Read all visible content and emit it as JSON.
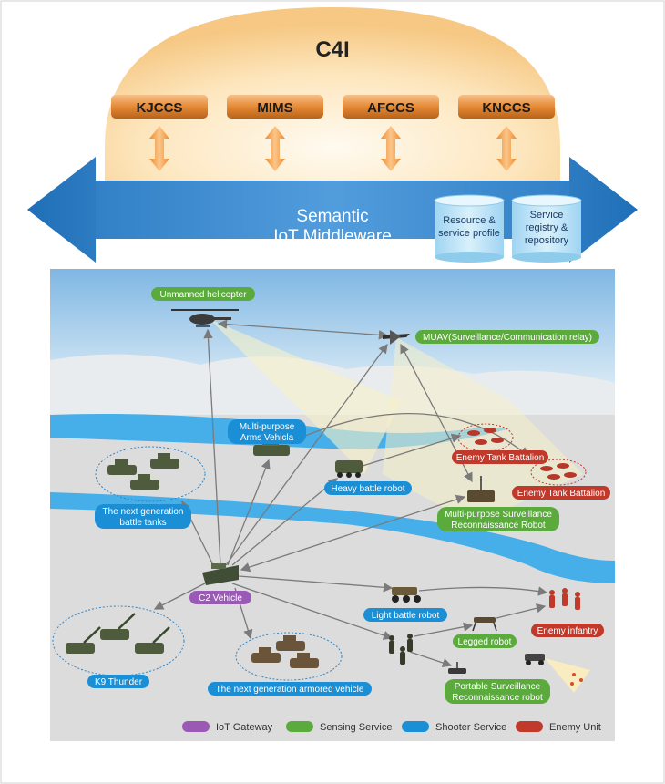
{
  "c4i": {
    "title": "C4I",
    "systems": [
      "KJCCS",
      "MIMS",
      "AFCCS",
      "KNCCS"
    ]
  },
  "middleware": {
    "title_line1": "Semantic",
    "title_line2": "IoT Middleware",
    "db1_line1": "Resource &",
    "db1_line2": "service profile",
    "db2_line1": "Service",
    "db2_line2": "registry &",
    "db2_line3": "repository"
  },
  "nodes": {
    "helicopter": "Unmanned helicopter",
    "muav": "MUAV(Surveillance/Communication relay)",
    "multi_arms_1": "Multi-purpose",
    "multi_arms_2": "Arms Vehicla",
    "next_tanks_1": "The next generation",
    "next_tanks_2": "battle tanks",
    "heavy_robot": "Heavy battle robot",
    "enemy_tank_1": "Enemy Tank Battalion",
    "enemy_tank_2": "Enemy Tank Battalion",
    "msr_1": "Multi-purpose Surveillance",
    "msr_2": "Reconnaissance Robot",
    "c2": "C2 Vehicle",
    "light_robot": "Light battle robot",
    "enemy_infantry": "Enemy infantry",
    "legged_robot": "Legged robot",
    "k9": "K9 Thunder",
    "next_armored": "The next generation armored vehicle",
    "portable_1": "Portable Surveillance",
    "portable_2": "Reconnaissance robot"
  },
  "legend": [
    {
      "label": "IoT Gateway",
      "color": "#9b59b6"
    },
    {
      "label": "Sensing Service",
      "color": "#5aaa3c"
    },
    {
      "label": "Shooter Service",
      "color": "#1a8fd6"
    },
    {
      "label": "Enemy Unit",
      "color": "#c0392b"
    }
  ],
  "colors": {
    "gateway": "#9b59b6",
    "sensing": "#5aaa3c",
    "shooter": "#1a8fd6",
    "enemy": "#c0392b",
    "c4i_dome": "#fbd9a6",
    "pipe": "#e08a3a",
    "middleware_arrow": "#2f7fc7"
  }
}
